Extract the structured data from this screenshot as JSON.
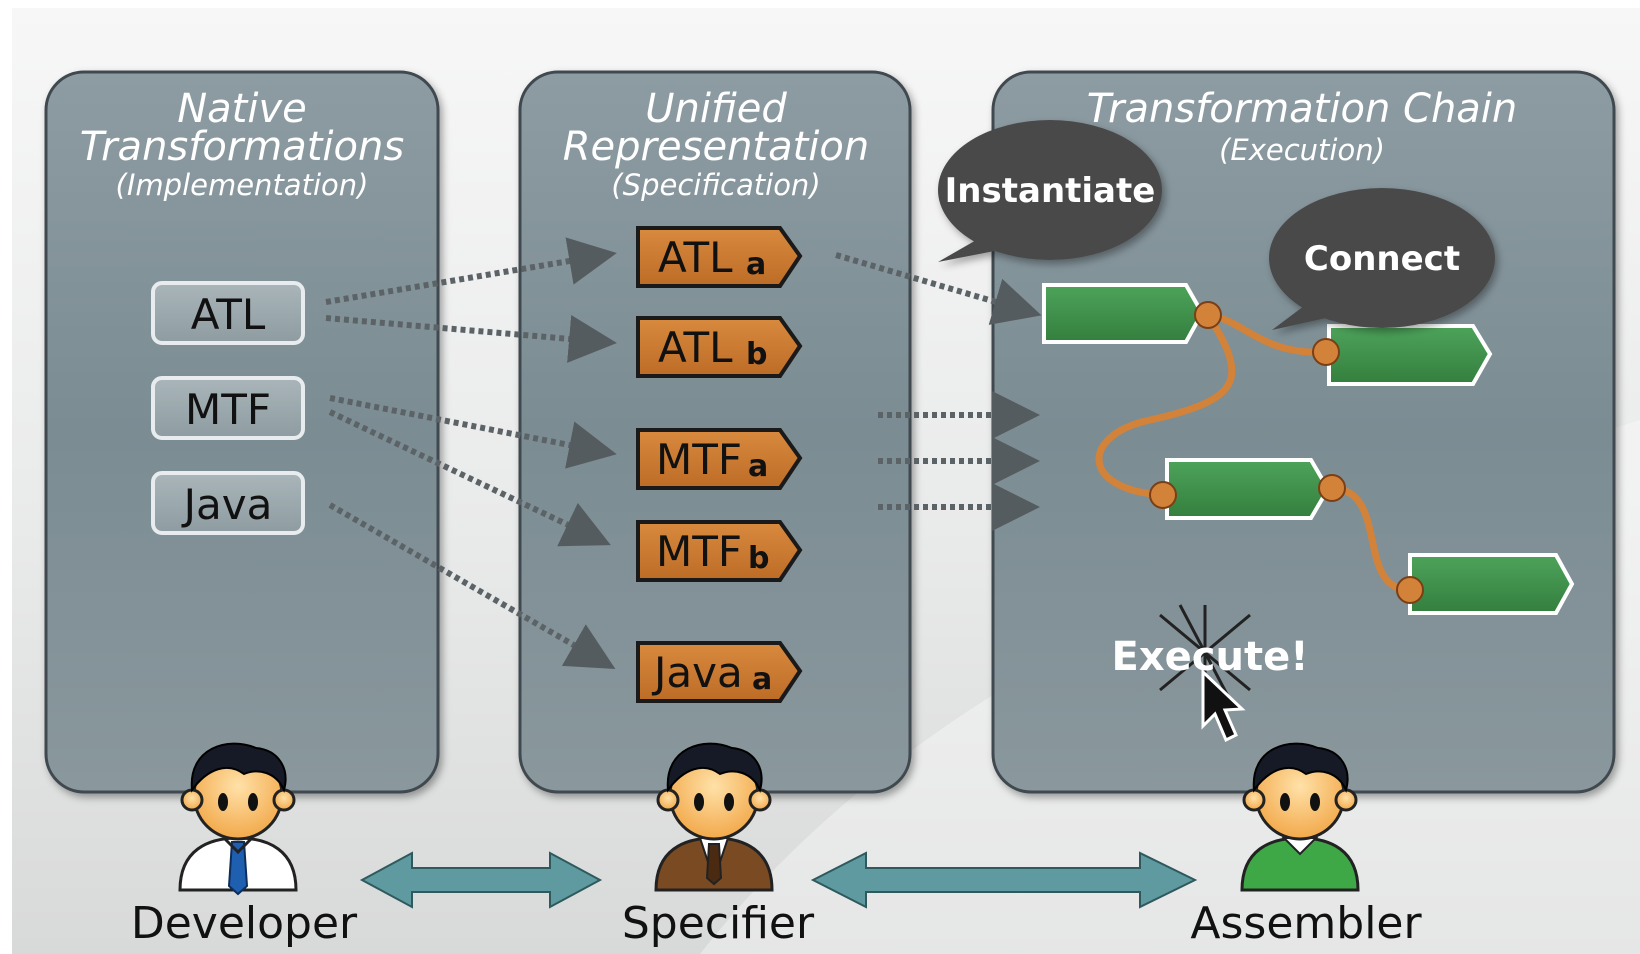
{
  "panels": {
    "native": {
      "title_line1": "Native",
      "title_line2": "Transformations",
      "subtitle": "(Implementation)"
    },
    "unified": {
      "title_line1": "Unified",
      "title_line2": "Representation",
      "subtitle": "(Specification)"
    },
    "chain": {
      "title": "Transformation Chain",
      "subtitle": "(Execution)"
    }
  },
  "native_items": [
    "ATL",
    "MTF",
    "Java"
  ],
  "unified_items": [
    {
      "name": "ATL",
      "variant": "a"
    },
    {
      "name": "ATL",
      "variant": "b"
    },
    {
      "name": "MTF",
      "variant": "a"
    },
    {
      "name": "MTF",
      "variant": "b"
    },
    {
      "name": "Java",
      "variant": "a"
    }
  ],
  "bubbles": {
    "instantiate": "Instantiate",
    "connect": "Connect"
  },
  "execute_label": "Execute!",
  "roles": {
    "developer": "Developer",
    "specifier": "Specifier",
    "assembler": "Assembler"
  },
  "colors": {
    "panel": "#7f9097",
    "tag_orange": "#c8772e",
    "chain_green": "#3d8f48",
    "connector": "#d3823a",
    "double_arrow": "#5f9aa0",
    "bubble": "#4a4a4a"
  }
}
